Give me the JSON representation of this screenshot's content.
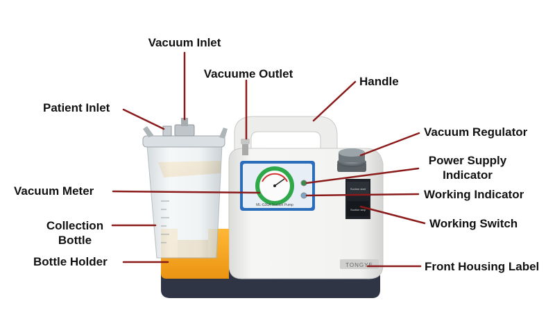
{
  "colors": {
    "leader": "#8b1a1a",
    "label_text": "#111111",
    "housing": "#f1f1ef",
    "base": "#2f3545",
    "holder": "#f6a624",
    "gauge_ring": "#2fa84a"
  },
  "labels": {
    "vacuum_inlet": "Vacuum Inlet",
    "vacuum_outlet": "Vacuume Outlet",
    "handle": "Handle",
    "patient_inlet": "Patient Inlet",
    "vacuum_regulator": "Vacuum Regulator",
    "power_supply_indicator_1": "Power Supply",
    "power_supply_indicator_2": "Indicator",
    "vacuum_meter": "Vacuum Meter",
    "working_indicator": "Working Indicator",
    "collection_bottle_1": "Collection",
    "collection_bottle_2": "Bottle",
    "working_switch": "Working Switch",
    "bottle_holder": "Bottle Holder",
    "front_housing_label": "Front Housing Label"
  },
  "device_text": {
    "model_label": "ML-G30A Suction Pump",
    "brand": "TONGYE",
    "suction_start": "Suction start",
    "suction_stop": "Suction stop"
  }
}
